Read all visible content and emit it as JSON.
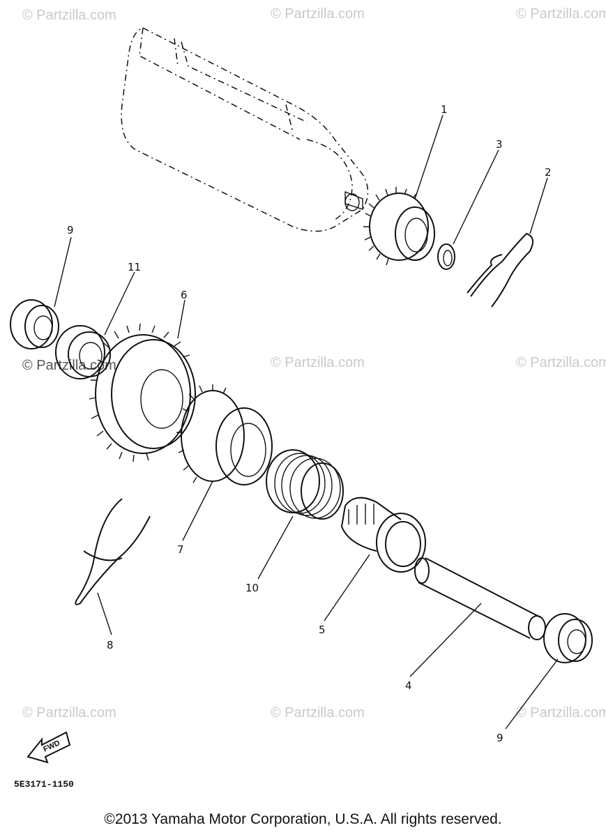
{
  "watermark": "© Partzilla.com",
  "part_labels": [
    "1",
    "2",
    "3",
    "4",
    "5",
    "6",
    "7",
    "8",
    "9",
    "9",
    "10",
    "11"
  ],
  "fwd_label": "FWD",
  "diagram_code": "5E3171-1150",
  "copyright": "©2013 Yamaha Motor Corporation, U.S.A. All rights reserved."
}
